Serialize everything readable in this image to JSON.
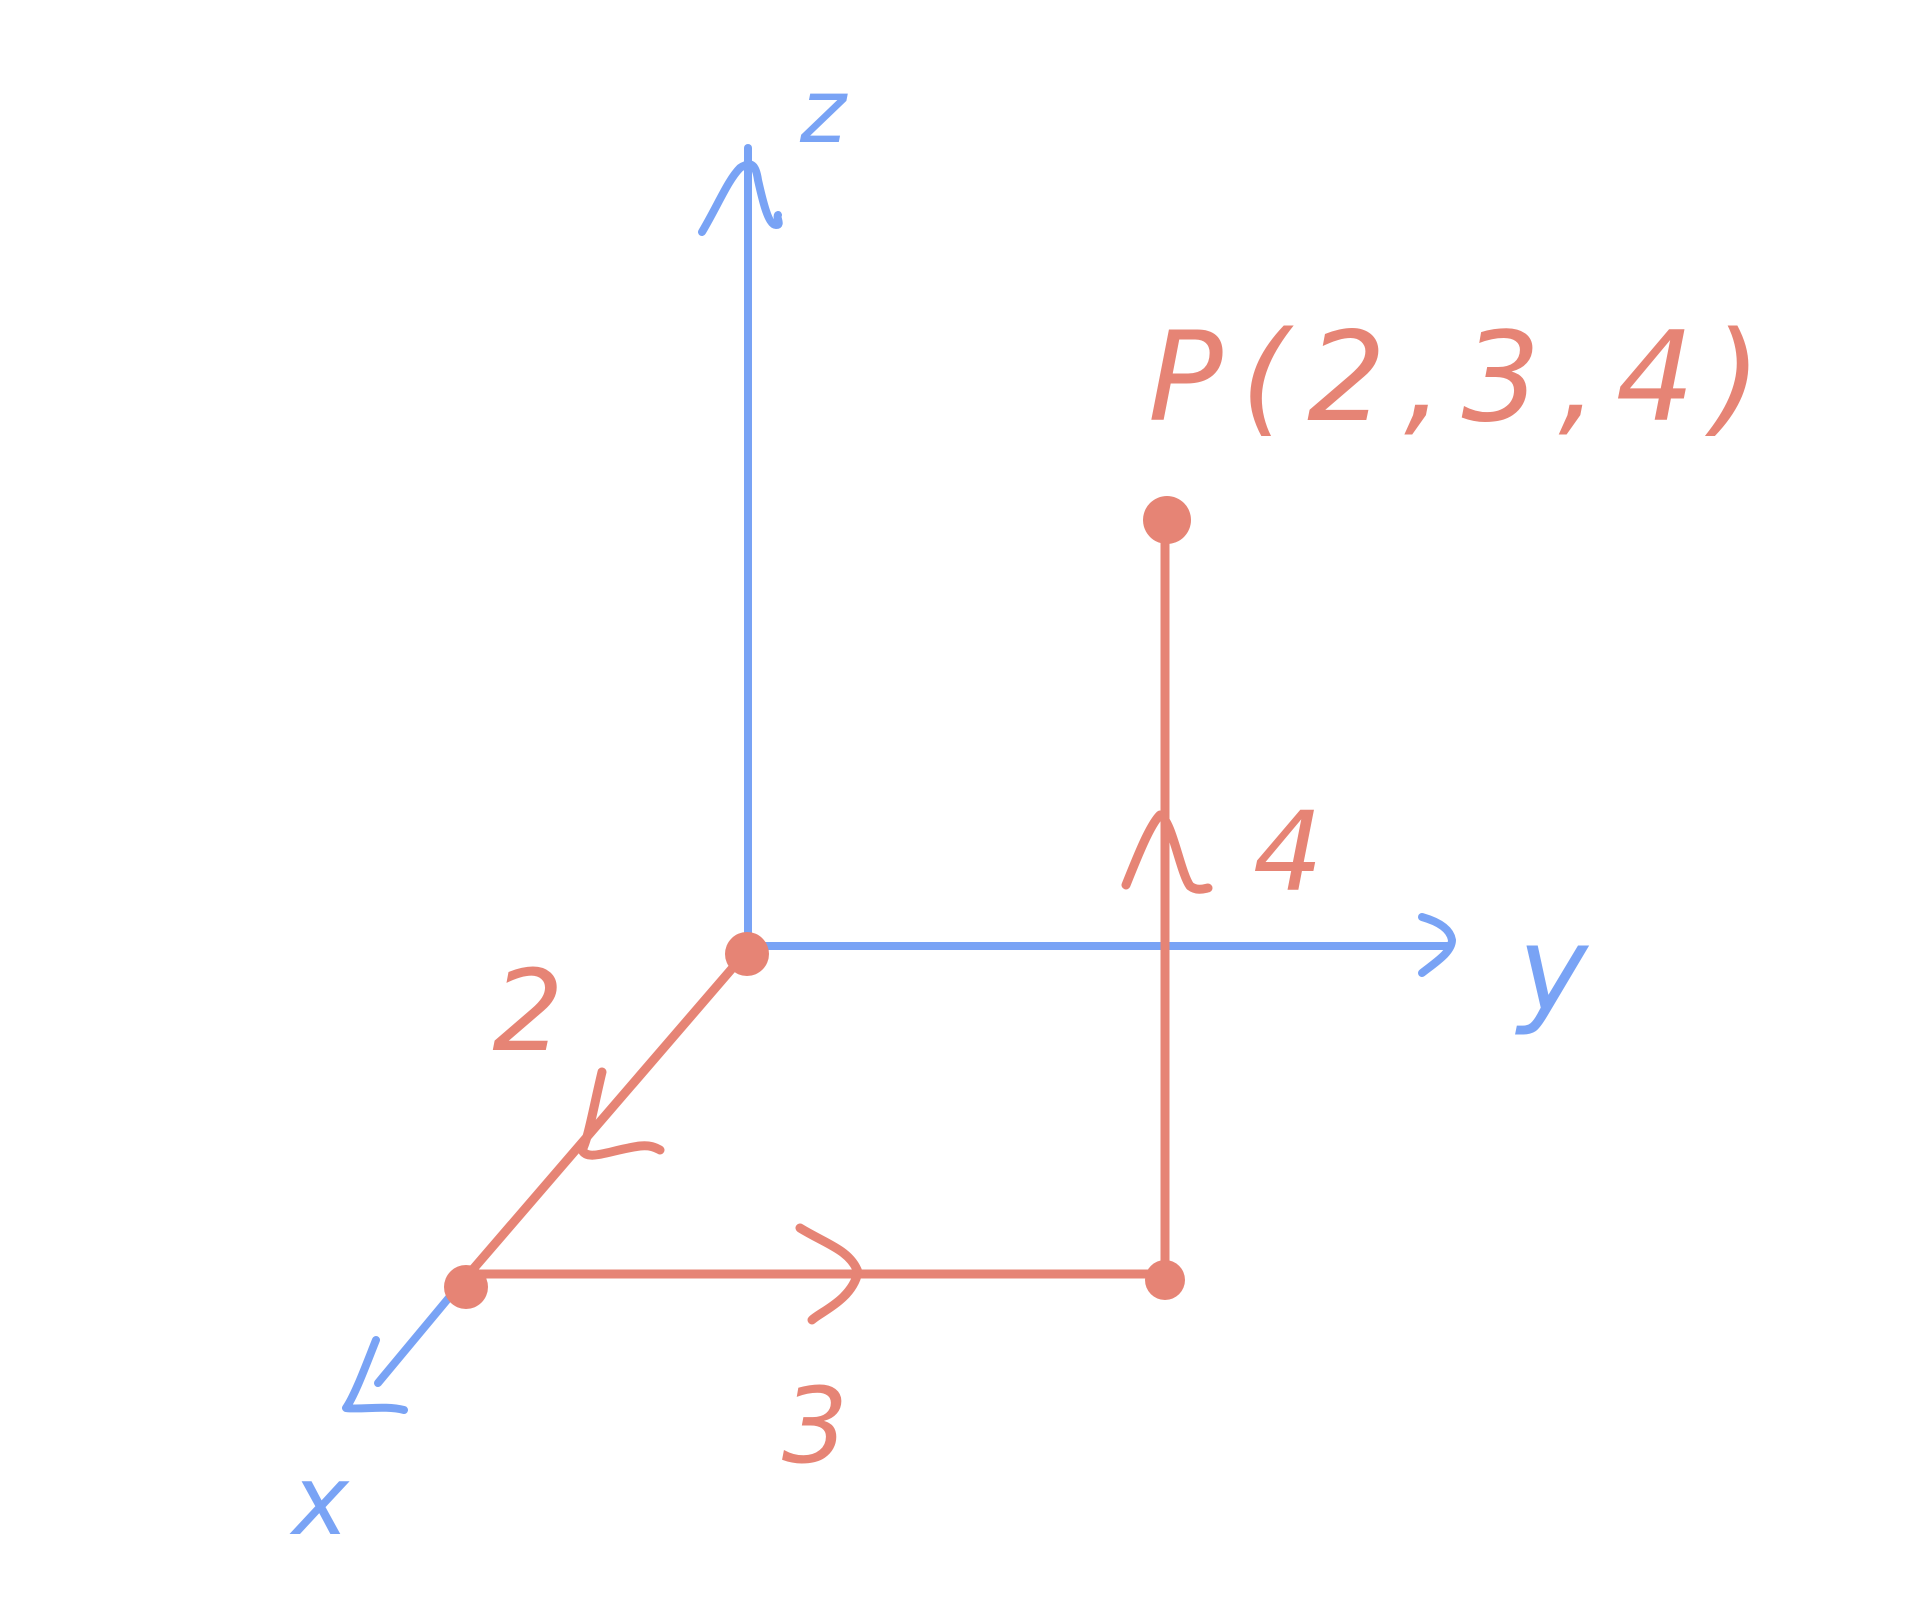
{
  "colors": {
    "axis": "#79A3F5",
    "path": "#E68475",
    "background": "#FFFFFF"
  },
  "axes": {
    "z_label": "z",
    "y_label": "y",
    "x_label": "x"
  },
  "point": {
    "label": "P(2,3,4)",
    "coords": [
      2,
      3,
      4
    ]
  },
  "steps": {
    "x_step": "2",
    "y_step": "3",
    "z_step": "4"
  }
}
